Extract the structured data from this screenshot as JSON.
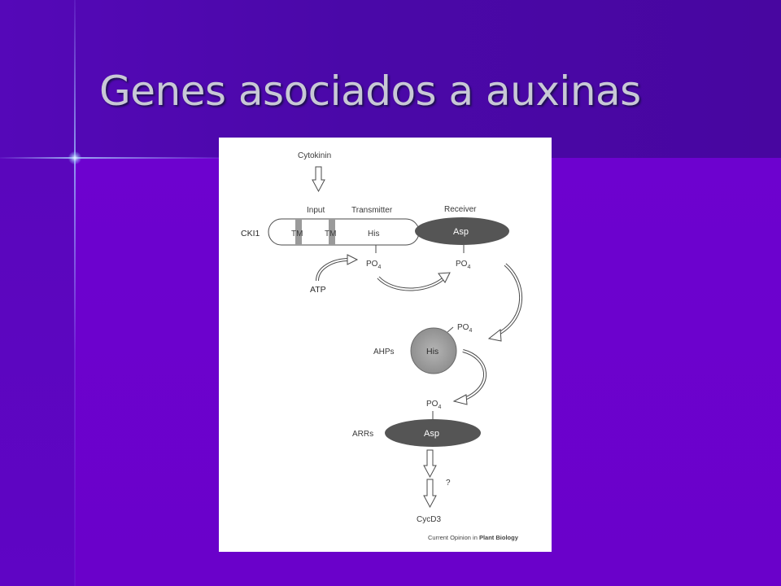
{
  "slide": {
    "title": "Genes asociados a auxinas"
  },
  "diagram": {
    "cytokinin": "Cytokinin",
    "input": "Input",
    "transmitter": "Transmitter",
    "receiver": "Receiver",
    "cki1": "CKI1",
    "tm": "TM",
    "his": "His",
    "asp": "Asp",
    "po": "PO",
    "po_subscript": "4",
    "atp": "ATP",
    "ahps": "AHPs",
    "arrs": "ARRs",
    "question_mark": "?",
    "cycd3": "CycD3",
    "credit_prefix": "Current Opinion in ",
    "credit_journal": "Plant Biology"
  }
}
